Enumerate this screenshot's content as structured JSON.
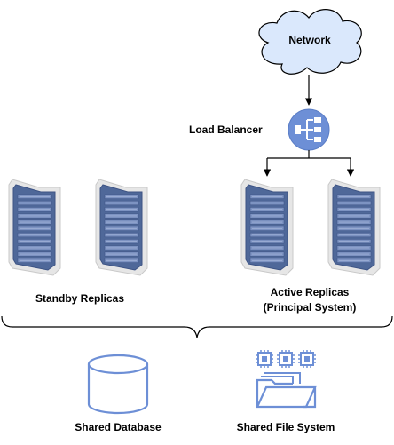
{
  "diagram": {
    "network_label": "Network",
    "load_balancer_label": "Load Balancer",
    "standby_label": "Standby Replicas",
    "active_label_line1": "Active Replicas",
    "active_label_line2": "(Principal System)",
    "database_label": "Shared Database",
    "filesystem_label": "Shared File System"
  },
  "icons": {
    "network": "cloud-icon",
    "load_balancer": "load-balancer-icon",
    "server": "server-rack-icon",
    "database": "database-icon",
    "filesystem": "folder-icon"
  },
  "colors": {
    "cloud_fill": "#dae8fc",
    "cloud_stroke": "#000000",
    "icon_blue": "#6d8fd6",
    "rack_frame": "#d6d6d6",
    "rack_body": "#506a9c",
    "rack_unit": "#7d93c2",
    "line": "#000000"
  }
}
